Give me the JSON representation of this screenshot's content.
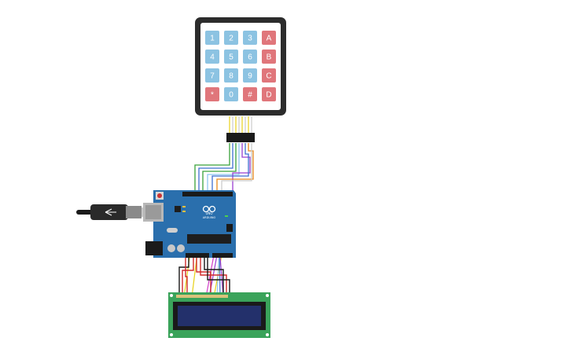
{
  "keypad": {
    "rows": [
      [
        "1",
        "2",
        "3",
        "A"
      ],
      [
        "4",
        "5",
        "6",
        "B"
      ],
      [
        "7",
        "8",
        "9",
        "C"
      ],
      [
        "*",
        "0",
        "#",
        "D"
      ]
    ],
    "digit_color": "#8cc3e2",
    "letter_color": "#e0767b",
    "body_color": "#2c2c2c"
  },
  "arduino": {
    "logo_text": "UNO",
    "brand_text": "ARDUINO",
    "board_color": "#2a6fad"
  },
  "lcd": {
    "board_color": "#3aa35a",
    "screen_color": "#23306b"
  },
  "wire_colors": {
    "green": "#3aa23a",
    "blue": "#3f6fd1",
    "orange": "#e8891c",
    "yellow": "#e8d21c",
    "purple": "#9b3fd1",
    "magenta": "#d13fc8",
    "red": "#d12b2b",
    "black": "#1a1a1a",
    "lightblue": "#8ec7f0",
    "white": "#dddddd"
  }
}
